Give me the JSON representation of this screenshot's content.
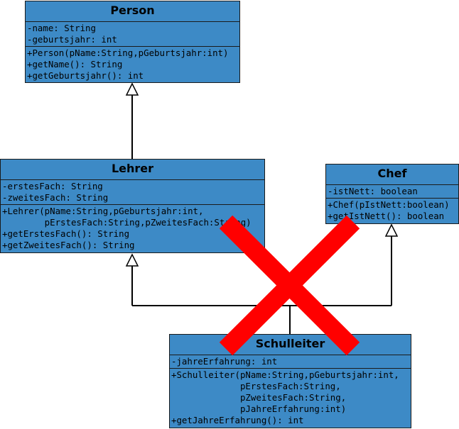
{
  "classes": {
    "person": {
      "name": "Person",
      "attributes": [
        "-name: String",
        "-geburtsjahr: int"
      ],
      "methods": [
        "+Person(pName:String,pGeburtsjahr:int)",
        "+getName(): String",
        "+getGeburtsjahr(): int"
      ]
    },
    "lehrer": {
      "name": "Lehrer",
      "attributes": [
        "-erstesFach: String",
        "-zweitesFach: String"
      ],
      "methods": [
        "+Lehrer(pName:String,pGeburtsjahr:int,",
        "        pErstesFach:String,pZweitesFach:String)",
        "+getErstesFach(): String",
        "+getZweitesFach(): String"
      ]
    },
    "chef": {
      "name": "Chef",
      "attributes": [
        "-istNett: boolean"
      ],
      "methods": [
        "+Chef(pIstNett:boolean)",
        "+getIstNett(): boolean"
      ]
    },
    "schulleiter": {
      "name": "Schulleiter",
      "attributes": [
        "-jahreErfahrung: int"
      ],
      "methods": [
        "+Schulleiter(pName:String,pGeburtsjahr:int,",
        "             pErstesFach:String,",
        "             pZweitesFach:String,",
        "             pJahreErfahrung:int)",
        "+getJahreErfahrung(): int"
      ]
    }
  },
  "relations": [
    {
      "from": "Lehrer",
      "to": "Person",
      "type": "generalization"
    },
    {
      "from": "Schulleiter",
      "to": "Lehrer",
      "type": "generalization"
    },
    {
      "from": "Schulleiter",
      "to": "Chef",
      "type": "generalization"
    }
  ],
  "colors": {
    "class_fill": "#3d8ac6",
    "border": "#1a1a1a",
    "cross": "#ff0000"
  },
  "overlay": "red-cross-mark"
}
